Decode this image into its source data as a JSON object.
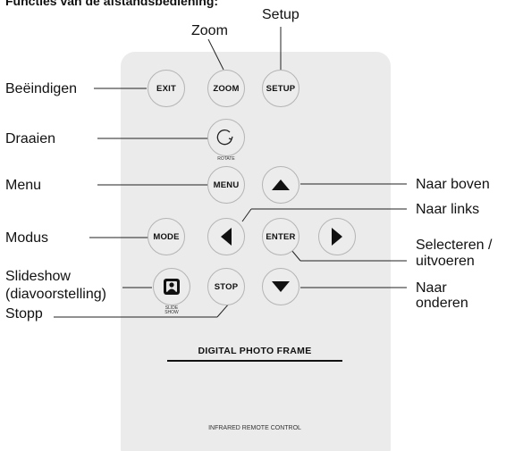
{
  "heading": "Functies van de afstandsbediening:",
  "remote": {
    "buttons": {
      "exit": "EXIT",
      "zoom": "ZOOM",
      "setup": "SETUP",
      "rotate_caption": "ROTATE",
      "menu": "MENU",
      "mode": "MODE",
      "enter": "ENTER",
      "slideshow_caption_1": "SLIDE",
      "slideshow_caption_2": "SHOW",
      "stop": "STOP"
    },
    "brand_text": "DIGITAL PHOTO FRAME",
    "footer_text": "INFRARED REMOTE CONTROL"
  },
  "callouts": {
    "zoom": "Zoom",
    "setup": "Setup",
    "exit": "Beëindigen",
    "rotate": "Draaien",
    "menu": "Menu",
    "mode": "Modus",
    "slideshow_1": "Slideshow",
    "slideshow_2": "(diavoorstelling)",
    "stop": "Stopp",
    "up": "Naar boven",
    "left": "Naar links",
    "enter_1": "Selecteren /",
    "enter_2": "uitvoeren",
    "down_1": "Naar",
    "down_2": "onderen"
  },
  "icons": {
    "rotate": "rotate-arrow-icon",
    "up": "triangle-up-icon",
    "down": "triangle-down-icon",
    "left": "triangle-left-icon",
    "right": "triangle-right-icon",
    "slideshow": "slideshow-portrait-icon"
  }
}
